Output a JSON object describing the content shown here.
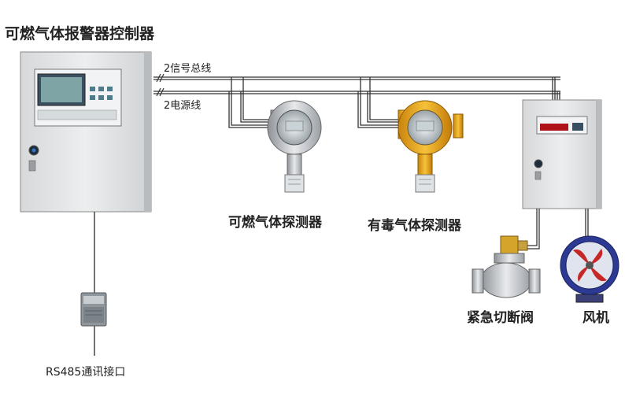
{
  "title": "可燃气体报警器控制器",
  "bus": {
    "signal_line": "2信号总线",
    "power_line": "2电源线"
  },
  "devices": {
    "combustible_detector": "可燃气体探测器",
    "toxic_detector": "有毒气体探测器",
    "shutoff_valve": "紧急切断阀",
    "fan": "风机",
    "rs485": "RS485通讯接口"
  }
}
